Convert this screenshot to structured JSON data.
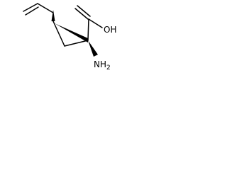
{
  "molecule": {
    "labels": {
      "hydroxyl": "OH",
      "amino": "NH",
      "amino_subscript": "2"
    },
    "colors": {
      "ink": "#000000",
      "background": "#ffffff"
    }
  }
}
